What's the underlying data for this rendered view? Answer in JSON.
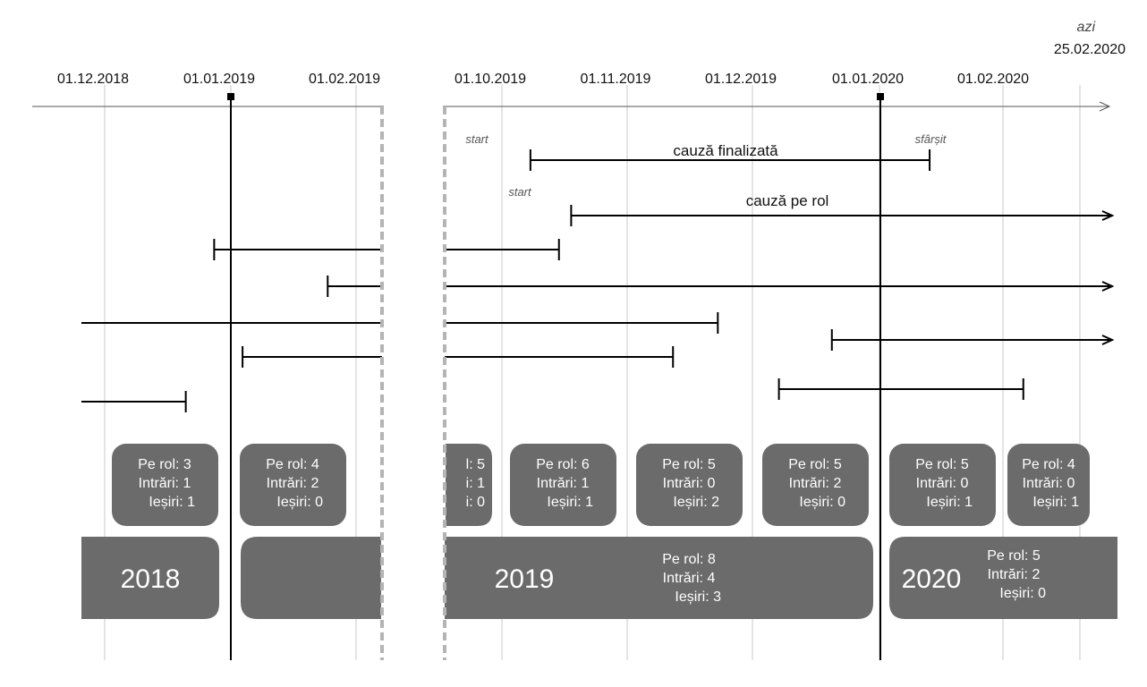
{
  "colors": {
    "box_fill": "#6b6b6b",
    "box_text": "#ffffff",
    "line": "#000000",
    "gridline": "#c8c8c8",
    "break_line": "#b4b4b4"
  },
  "today": {
    "word": "azi",
    "date": "25.02.2020"
  },
  "left_panel": {
    "dates": [
      "01.12.2018",
      "01.01.2019",
      "01.02.2019"
    ]
  },
  "right_panel": {
    "dates": [
      "01.10.2019",
      "01.11.2019",
      "01.12.2019",
      "01.01.2020",
      "01.02.2020"
    ]
  },
  "cases": {
    "finished": {
      "label": "cauză finalizată",
      "start_label": "start",
      "end_label": "sfârșit",
      "start": "2019-10-08",
      "end": "2020-01-14"
    },
    "ongoing": {
      "label": "cauză pe rol",
      "start_label": "start",
      "start": "2019-10-18"
    },
    "others": [
      {
        "start": "2018-12-28",
        "end": "2019-10-15"
      },
      {
        "start": "2019-01-25",
        "ongoing": true
      },
      {
        "start": null,
        "end": "2019-11-23"
      },
      {
        "start": "2019-12-21",
        "ongoing": true
      },
      {
        "start": "2019-01-04",
        "end": "2019-11-12"
      },
      {
        "start": null,
        "end": "2018-12-21"
      },
      {
        "start": "2019-12-08",
        "end": "2020-02-06"
      }
    ]
  },
  "monthly_stats": [
    {
      "pe_rol_label": "Pe rol: 3",
      "intrari_label": "Intrări: 1",
      "iesiri_label": "Ieșiri: 1"
    },
    {
      "pe_rol_label": "Pe rol: 4",
      "intrari_label": "Intrări: 2",
      "iesiri_label": "Ieșiri: 0"
    },
    {
      "pe_rol_label": "l: 5",
      "intrari_label": "i: 1",
      "iesiri_label": "i: 0"
    },
    {
      "pe_rol_label": "Pe rol: 6",
      "intrari_label": "Intrări: 1",
      "iesiri_label": "Ieșiri: 1"
    },
    {
      "pe_rol_label": "Pe rol: 5",
      "intrari_label": "Intrări: 0",
      "iesiri_label": "Ieșiri: 2"
    },
    {
      "pe_rol_label": "Pe rol: 5",
      "intrari_label": "Intrări: 2",
      "iesiri_label": "Ieșiri: 0"
    },
    {
      "pe_rol_label": "Pe rol: 5",
      "intrari_label": "Intrări: 0",
      "iesiri_label": "Ieșiri: 1"
    },
    {
      "pe_rol_label": "Pe rol: 4",
      "intrari_label": "Intrări: 0",
      "iesiri_label": "Ieșiri: 1"
    }
  ],
  "yearly_stats": [
    {
      "year": "2018"
    },
    {
      "year": ""
    },
    {
      "year": "2019",
      "pe_rol_label": "Pe rol: 8",
      "intrari_label": "Intrări: 4",
      "iesiri_label": "Ieșiri: 3"
    },
    {
      "year": "2020",
      "pe_rol_label": "Pe rol: 5",
      "intrari_label": "Intrări: 2",
      "iesiri_label": "Ieșiri: 0"
    }
  ]
}
